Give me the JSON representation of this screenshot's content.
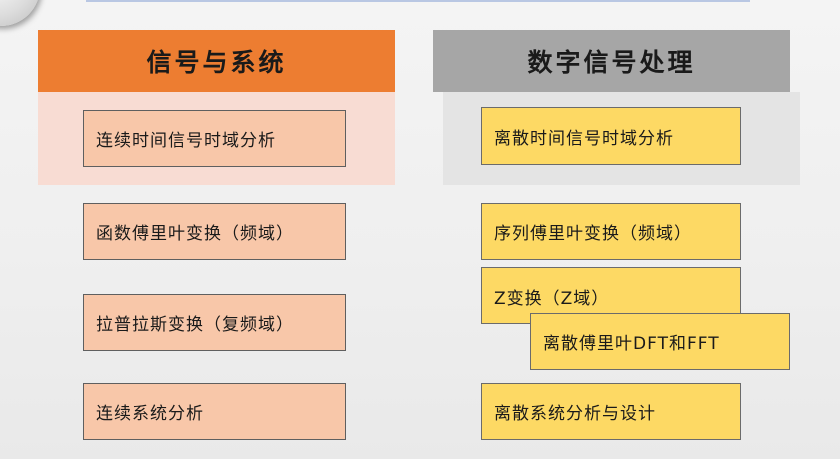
{
  "left_column": {
    "header": "信号与系统",
    "items": [
      "连续时间信号时域分析",
      "函数傅里叶变换（频域）",
      "拉普拉斯变换（复频域）",
      "连续系统分析"
    ]
  },
  "right_column": {
    "header": "数字信号处理",
    "items": [
      "离散时间信号时域分析",
      "序列傅里叶变换（频域）",
      "Z变换（Z域）",
      "离散傅里叶DFT和FFT",
      "离散系统分析与设计"
    ]
  },
  "colors": {
    "left_header": "#ed7d31",
    "left_highlight": "#f8dcd3",
    "left_box": "#f8c7a9",
    "right_header": "#a6a6a6",
    "right_box": "#fdd964"
  }
}
